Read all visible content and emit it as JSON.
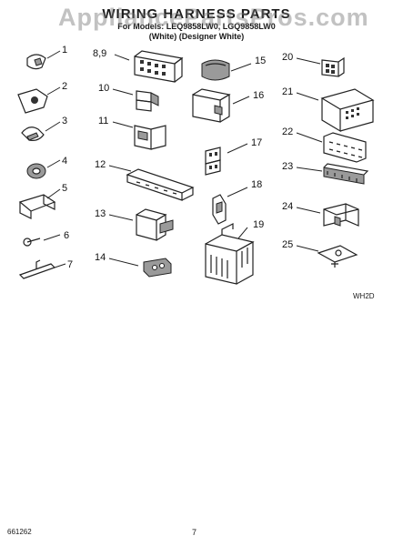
{
  "header": {
    "title": "WIRING HARNESS PARTS",
    "line1": "For Models: LEQ9858LW0, LGQ9858LW0",
    "line2": "(White) (Designer White)",
    "watermark": "AppliancePartsPros.com"
  },
  "callouts": {
    "c1": "1",
    "c2": "2",
    "c3": "3",
    "c4": "4",
    "c5": "5",
    "c6": "6",
    "c7": "7",
    "c89": "8,9",
    "c10": "10",
    "c11": "11",
    "c12": "12",
    "c13": "13",
    "c14": "14",
    "c15": "15",
    "c16": "16",
    "c17": "17",
    "c18": "18",
    "c19": "19",
    "c20": "20",
    "c21": "21",
    "c22": "22",
    "c23": "23",
    "c24": "24",
    "c25": "25"
  },
  "diagram_code": "WH2D",
  "footer": {
    "doc_number": "661262",
    "page": "7"
  }
}
